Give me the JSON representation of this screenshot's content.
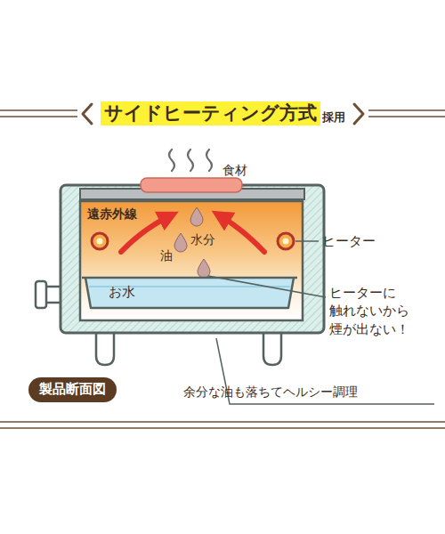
{
  "diagram": {
    "title": "サイドヒーティング方式",
    "nodes": [
      {
        "text": [
          "製品断面図"
        ]
      }
    ],
    "labels": [
      "採用",
      "食材",
      "遠赤外線",
      "水分",
      "油",
      "ヒーター",
      "お水",
      "ヒーターに 触れないから 煙が出ない！",
      "余分な油も落ちてヘルシー調理"
    ]
  }
}
